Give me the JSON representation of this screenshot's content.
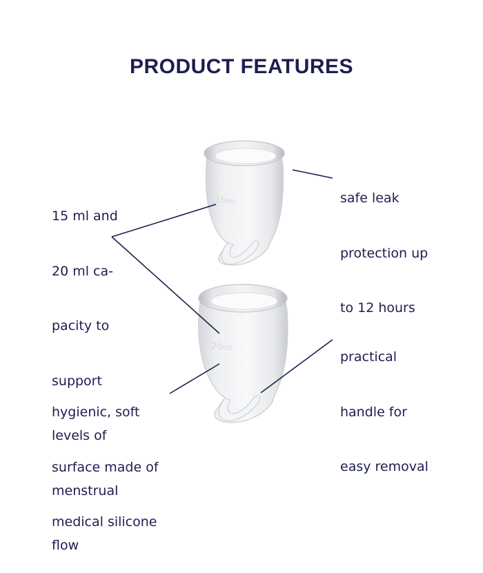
{
  "title": "PRODUCT FEATURES",
  "colors": {
    "text": "#1c1e4f",
    "background": "#ffffff",
    "cup_tint": "#e9eaec"
  },
  "cups": [
    {
      "name": "small-cup",
      "capacity_marking": "15ml"
    },
    {
      "name": "large-cup",
      "capacity_marking": "20ml"
    }
  ],
  "features": {
    "capacity": {
      "lines": [
        "15 ml and",
        "20 ml ca-",
        "pacity to",
        "support",
        "levels of",
        "menstrual",
        "flow"
      ]
    },
    "leak_protection": {
      "lines": [
        "safe leak",
        "protection up",
        "to 12 hours"
      ]
    },
    "handle": {
      "lines": [
        "practical",
        "handle for",
        "easy removal"
      ]
    },
    "silicone": {
      "lines": [
        "hygienic, soft",
        "surface made of",
        "medical silicone"
      ]
    }
  }
}
